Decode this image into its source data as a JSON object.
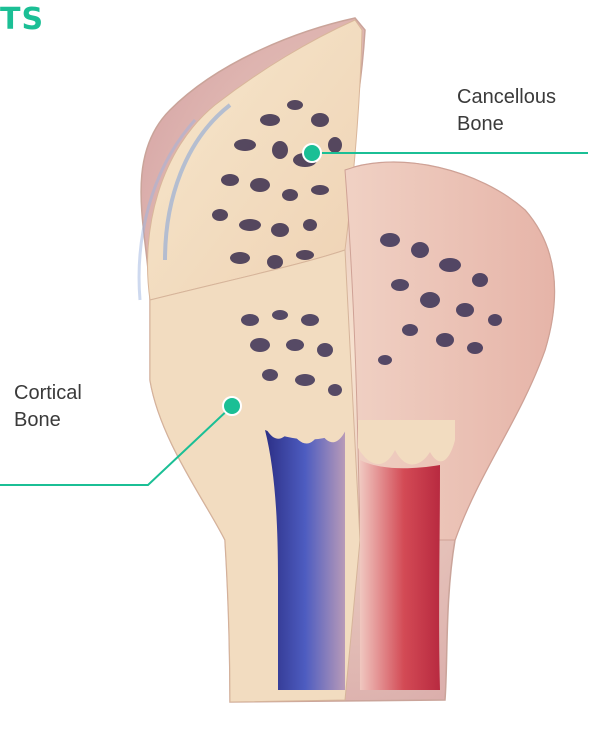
{
  "header": {
    "fragment_text": "TS"
  },
  "labels": {
    "cancellous": {
      "line1": "Cancellous",
      "line2": "Bone"
    },
    "cortical": {
      "line1": "Cortical",
      "line2": "Bone"
    }
  },
  "colors": {
    "accent": "#1bbf95",
    "label_text": "#3a3a3a",
    "bone_cream": "#f3dcb8",
    "marrow_red": "#c9344a",
    "marrow_blue": "#3e4aa8"
  }
}
